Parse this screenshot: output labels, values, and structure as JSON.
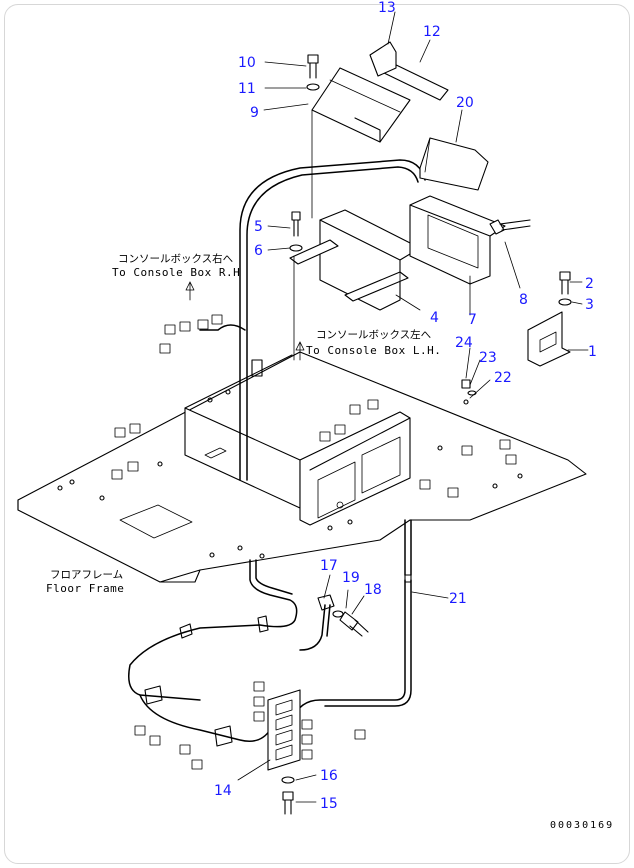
{
  "diagram": {
    "part_numbers": [
      "1",
      "2",
      "3",
      "4",
      "5",
      "6",
      "7",
      "8",
      "9",
      "10",
      "11",
      "12",
      "13",
      "14",
      "15",
      "16",
      "17",
      "18",
      "19",
      "20",
      "21",
      "22",
      "23",
      "24"
    ],
    "labels": {
      "console_rh_jp": "コンソールボックス右へ",
      "console_rh_en": "To Console Box R.H",
      "console_lh_jp": "コンソールボックス左へ",
      "console_lh_en": "To Console Box L.H.",
      "floor_jp": "フロアフレーム",
      "floor_en": "Floor Frame"
    },
    "drawing_code": "00030169"
  },
  "colors": {
    "callout": "#1a1aff",
    "line": "#000000"
  }
}
